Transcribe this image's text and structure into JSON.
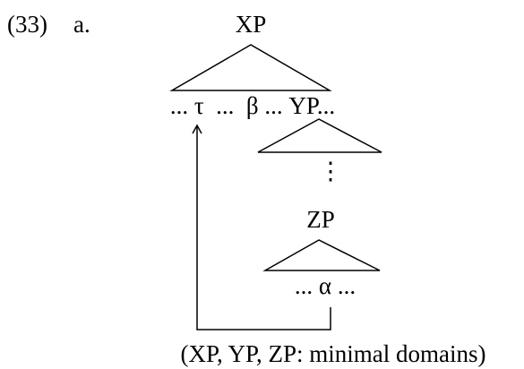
{
  "example": {
    "number": "(33)",
    "sublabel": "a."
  },
  "tree": {
    "root_label": "XP",
    "xp_terminal_string": "... τ  ...  β ... YP...",
    "vertical_ellipsis": "⋮",
    "zp_label": "ZP",
    "zp_terminal_string": "... α ..."
  },
  "caption": "(XP, YP, ZP: minimal domains)",
  "movement": {
    "from": "α",
    "to": "τ"
  }
}
